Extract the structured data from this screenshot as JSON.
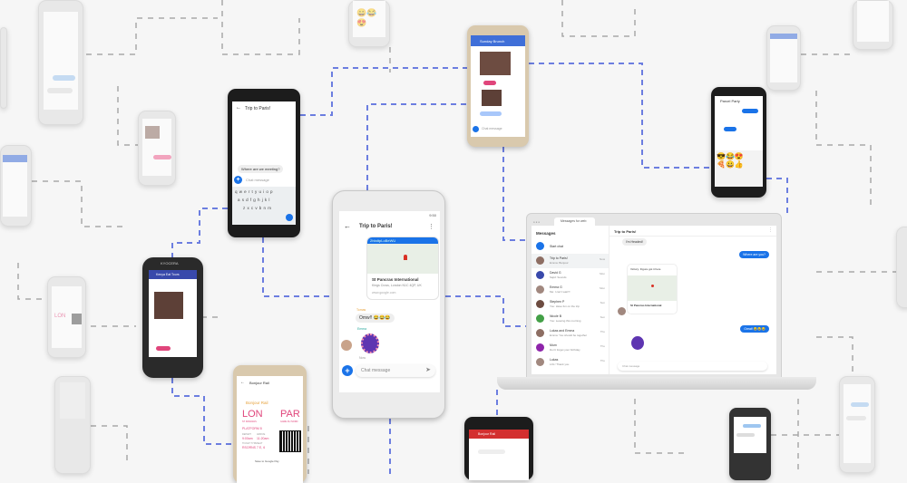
{
  "colors": {
    "accent": "#1a73e8",
    "line_blue": "#6c7ee0",
    "line_grey": "#9a9a9a",
    "boarding": "#e0457b"
  },
  "pixel_phone": {
    "title": "Trip to Paris!",
    "link_chip": "2hbdtpLoBeWU",
    "place_name": "St Pancras International",
    "place_address": "Kings Cross, London N1C 4QP, UK",
    "place_url": "www.google.com",
    "sender1": "Tomas",
    "message1": "Omw!! 😂😂😂",
    "sender2": "Emma",
    "sticker_time": "Now",
    "compose_placeholder": "Chat message",
    "status_time": "9:50"
  },
  "laptop": {
    "tab_title": "Messages for web",
    "sidebar_title": "Messages",
    "start_chat": "Start chat",
    "conversations": [
      {
        "name": "Trip to Paris!",
        "preview": "Emma: Bonjour",
        "time": "Now",
        "color": "#8d6e63"
      },
      {
        "name": "David G",
        "preview": "Sajid: Sounds",
        "time": "Mon",
        "color": "#3949ab"
      },
      {
        "name": "Emma G",
        "preview": "Me: I can't wait!!!",
        "time": "Mon",
        "color": "#a1887f"
      },
      {
        "name": "Stephen P",
        "preview": "You: Have fun on the trip",
        "time": "Sun",
        "color": "#6d4c41"
      },
      {
        "name": "Nicole B",
        "preview": "You: Leaving this morning",
        "time": "Sun",
        "color": "#43a047"
      },
      {
        "name": "Lukas and Emma",
        "preview": "Emma: You should be together",
        "time": "Thu",
        "color": "#8d6e63"
      },
      {
        "name": "Mum",
        "preview": "Don't forget your birthday",
        "time": "Thu",
        "color": "#8e24aa"
      },
      {
        "name": "Lukas",
        "preview": "LOL! Thank you",
        "time": "Thu",
        "color": "#a1887f"
      }
    ],
    "chat_title": "Trip to Paris!",
    "incoming1": "I'm Headed!",
    "outgoing1": "Where are you?",
    "map_caption": "Victory: Figure got it here",
    "map_place": "St Pancras International",
    "outgoing2": "Great! 😂😂😂",
    "compose_placeholder": "Chat message"
  },
  "left_phone": {
    "title": "Trip to Paris!",
    "message": "Where are we meeting?",
    "compose_placeholder": "Chat message",
    "keyboard_rows": [
      "qwertyuiop",
      "asdfghjkl",
      "zxcvbnm"
    ]
  },
  "boarding_phone": {
    "app_title": "Bonjour Rail",
    "brand": "Bonjour Rail",
    "from": "LON",
    "to": "PAR",
    "from_label": "ST PANCRAS",
    "to_label": "GARE DU NORD",
    "platform": "PLATFORM 8",
    "depart_label": "DEPART",
    "depart": "9:00am",
    "arrive_label": "ARRIVE",
    "arrive": "11:20am",
    "ticket_type_label": "TICKET TYPE",
    "ticket_type": "RSORNS",
    "seat_label": "SEAT",
    "seat": "7 E, 6",
    "save_label": "Save to Google Pay"
  },
  "top_phone": {
    "title": "Sunday Brunch",
    "compose_placeholder": "Chat message"
  },
  "right_phone": {
    "title": "Parcel Party"
  },
  "red_phone": {
    "title": "Bonjour Rail"
  },
  "rugged_phone": {
    "brand": "KYOCERA",
    "title": "Kenya Eat Tours"
  }
}
